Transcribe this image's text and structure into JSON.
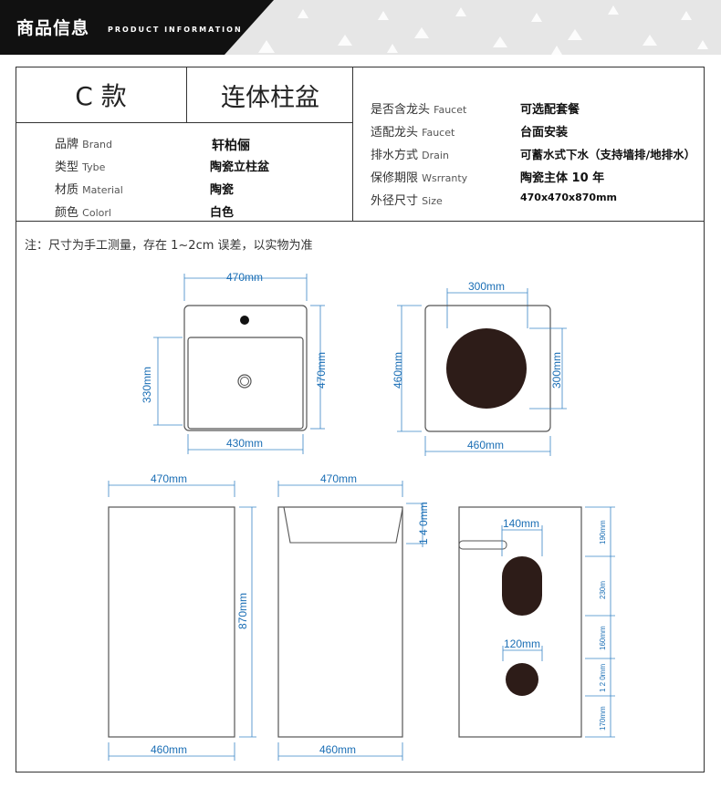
{
  "header": {
    "title": "商品信息",
    "subtitle": "PRODUCT INFORMATION"
  },
  "model": {
    "code": "C 款",
    "name": "连体柱盆"
  },
  "left_specs": [
    {
      "label": "品牌",
      "label_en": "Brand",
      "value": "轩柏俪"
    },
    {
      "label": "类型",
      "label_en": "Tybe",
      "value": "陶瓷立柱盆"
    },
    {
      "label": "材质",
      "label_en": "Material",
      "value": "陶瓷"
    },
    {
      "label": "颜色",
      "label_en": "Colorl",
      "value": "白色"
    }
  ],
  "right_specs": [
    {
      "label": "是否含龙头",
      "label_en": "Faucet",
      "value": "可选配套餐"
    },
    {
      "label": "适配龙头",
      "label_en": "Faucet",
      "value": "台面安装"
    },
    {
      "label": "排水方式",
      "label_en": "Drain",
      "value": "可蓄水式下水（支持墙排/地排水）"
    },
    {
      "label": "保修期限",
      "label_en": "Wsrranty",
      "value": "陶瓷主体 10 年"
    },
    {
      "label": "外径尺寸",
      "label_en": "Size",
      "value": "470x470x870mm"
    }
  ],
  "note": "注：尺寸为手工测量，存在 1~2cm 误差，以实物为准",
  "dimensions": {
    "top_width": "470mm",
    "top_basin_width": "430mm",
    "top_basin_depth": "330mm",
    "top_depth": "470mm",
    "bottom_hole": "300mm",
    "bottom_hole_v": "300mm",
    "bottom_depth": "460mm",
    "bottom_width": "460mm",
    "front_top": "470mm",
    "front_height": "870mm",
    "front_bottom": "460mm",
    "side_top": "470mm",
    "side_rim": "1 4 0mm",
    "side_bottom": "460mm",
    "back_oval": "140mm",
    "back_circle": "120mm",
    "back_v1": "190mm",
    "back_v2": "230m",
    "back_v3": "160mm",
    "back_v4": "1 2 0mm",
    "back_v5": "170mm"
  }
}
